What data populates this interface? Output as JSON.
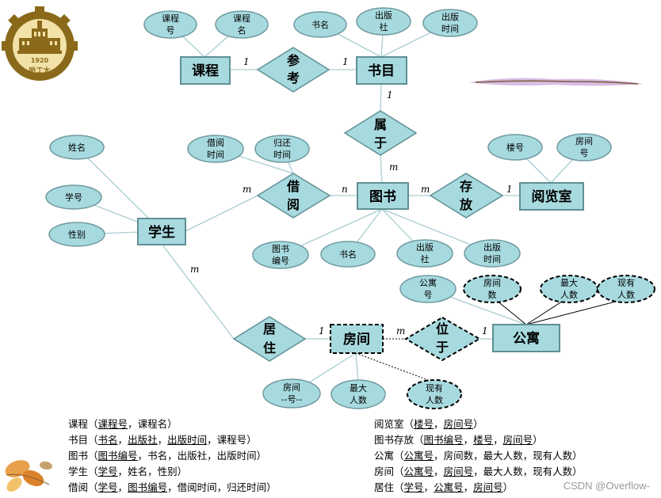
{
  "logo": {
    "year": "1920",
    "caption": "哈工大"
  },
  "entities": {
    "kecheng": "课程",
    "shumu": "书目",
    "xuesheng": "学生",
    "tushu": "图书",
    "yuelanshi": "阅览室",
    "gongyu": "公寓",
    "fangjian": "房间"
  },
  "relationships": {
    "cankao": [
      "参",
      "考"
    ],
    "shuyu": [
      "属",
      "于"
    ],
    "jieyue": [
      "借",
      "阅"
    ],
    "cunfang": [
      "存",
      "放"
    ],
    "juzhu": [
      "居",
      "住"
    ],
    "weiyu": [
      "位",
      "于"
    ]
  },
  "attributes": {
    "kch": [
      "课程",
      "号"
    ],
    "kcm": [
      "课程",
      "名"
    ],
    "sm1": [
      "书名"
    ],
    "cbs1": [
      "出版",
      "社"
    ],
    "cbsj1": [
      "出版",
      "时间"
    ],
    "xm": [
      "姓名"
    ],
    "xh": [
      "学号"
    ],
    "xb": [
      "性别"
    ],
    "jysj": [
      "借阅",
      "时间"
    ],
    "hhsj": [
      "归还",
      "时间"
    ],
    "lh": [
      "楼号"
    ],
    "fjh1": [
      "房间",
      "号"
    ],
    "tsbh": [
      "图书",
      "编号"
    ],
    "sm2": [
      "书名"
    ],
    "cbs2": [
      "出版",
      "社"
    ],
    "cbsj2": [
      "出版",
      "时间"
    ],
    "gyh": [
      "公寓",
      "号"
    ],
    "fjs": [
      "房间",
      "数"
    ],
    "zdrs1": [
      "最大",
      "人数"
    ],
    "xyrs1": [
      "现有",
      "人数"
    ],
    "fjh2": [
      "房间",
      "--号--"
    ],
    "zdrs2": [
      "最大",
      "人数"
    ],
    "xyrs2": [
      "现有",
      "人数"
    ]
  },
  "cardinalities": {
    "c1": "1",
    "c2": "1",
    "c3": "1",
    "c4": "m",
    "c5": "m",
    "c6": "n",
    "c7": "m",
    "c8": "1",
    "c9": "m",
    "c10": "1",
    "c11": "m",
    "c12": "1"
  },
  "schema_left": [
    {
      "name": "课程",
      "paren_open": "（",
      "paren_close": "）",
      "fields": [
        {
          "t": "课程号",
          "k": true
        },
        {
          "t": "课程名",
          "k": false
        }
      ]
    },
    {
      "name": "书目",
      "paren_open": "（",
      "paren_close": "）",
      "fields": [
        {
          "t": "书名",
          "k": true
        },
        {
          "t": "出版社",
          "k": true
        },
        {
          "t": "出版时间",
          "k": true
        },
        {
          "t": "课程号",
          "k": false
        }
      ]
    },
    {
      "name": "图书",
      "paren_open": "（",
      "paren_close": "）",
      "fields": [
        {
          "t": "图书编号",
          "k": true
        },
        {
          "t": "书名",
          "k": false
        },
        {
          "t": "出版社",
          "k": false
        },
        {
          "t": "出版时间",
          "k": false
        }
      ]
    },
    {
      "name": "学生",
      "paren_open": "（",
      "paren_close": "）",
      "fields": [
        {
          "t": "学号",
          "k": true
        },
        {
          "t": "姓名",
          "k": false
        },
        {
          "t": "性别",
          "k": false
        }
      ]
    },
    {
      "name": "借阅",
      "paren_open": "（",
      "paren_close": "）",
      "fields": [
        {
          "t": "学号",
          "k": true
        },
        {
          "t": "图书编号",
          "k": true
        },
        {
          "t": "借阅时间",
          "k": false
        },
        {
          "t": "归还时间",
          "k": false
        }
      ]
    }
  ],
  "schema_right": [
    {
      "name": "阅览室",
      "paren_open": "（",
      "paren_close": "）",
      "fields": [
        {
          "t": "楼号",
          "k": true
        },
        {
          "t": "房间号",
          "k": true
        }
      ]
    },
    {
      "name": "图书存放",
      "paren_open": "（",
      "paren_close": "）",
      "fields": [
        {
          "t": "图书编号",
          "k": true
        },
        {
          "t": "楼号",
          "k": true
        },
        {
          "t": "房间号",
          "k": true
        }
      ]
    },
    {
      "name": "公寓",
      "paren_open": "（",
      "paren_close": "）",
      "fields": [
        {
          "t": "公寓号",
          "k": true
        },
        {
          "t": "房间数",
          "k": false
        },
        {
          "t": "最大人数",
          "k": false
        },
        {
          "t": "现有人数",
          "k": false
        }
      ]
    },
    {
      "name": "房间",
      "paren_open": "（",
      "paren_close": "）",
      "fields": [
        {
          "t": "公寓号",
          "k": true
        },
        {
          "t": "房间号",
          "k": true
        },
        {
          "t": "最大人数",
          "k": false
        },
        {
          "t": "现有人数",
          "k": false
        }
      ]
    },
    {
      "name": "居住",
      "paren_open": "（",
      "paren_close": "）",
      "fields": [
        {
          "t": "学号",
          "k": true
        },
        {
          "t": "公寓号",
          "k": true
        },
        {
          "t": "房间号",
          "k": true
        }
      ]
    }
  ],
  "separator": "，",
  "watermark": "CSDN @Overflow-",
  "colors": {
    "fill": "#a7dadf",
    "outline": "#5f8f94",
    "line": "#a9cdd1"
  }
}
